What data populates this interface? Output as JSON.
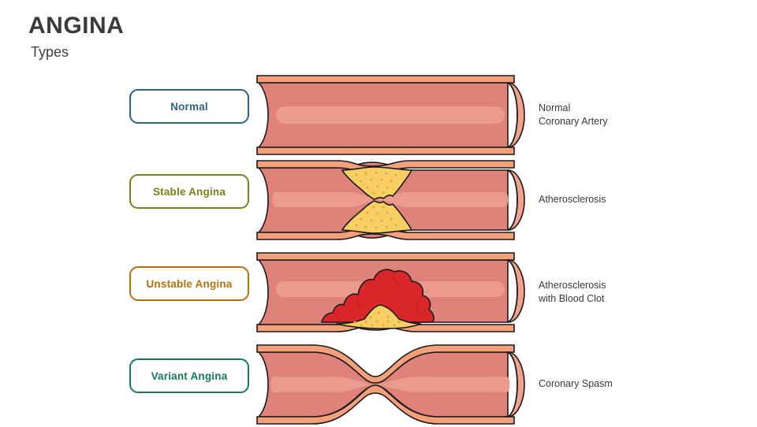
{
  "header": {
    "title": "ANGINA",
    "subtitle": "Types"
  },
  "palette": {
    "outer_wall": "#f4a07a",
    "lumen_body": "#df8279",
    "lumen_highlight": "#eb9a8e",
    "plaque_fill": "#f8cf62",
    "plaque_dots": "#e8a33c",
    "clot_fill": "#d8262a",
    "clot_shade": "#b01a20",
    "outline": "#1a1a1a",
    "text": "#3a3a3a"
  },
  "rows": [
    {
      "id": "normal",
      "label": "Normal",
      "label_color": "#2d6280",
      "illustration": "normal-artery",
      "caption": [
        "Normal",
        "Coronary Artery"
      ]
    },
    {
      "id": "stable-angina",
      "label": "Stable Angina",
      "label_color": "#7a8019",
      "illustration": "atherosclerosis-artery",
      "caption": [
        "Atherosclerosis"
      ]
    },
    {
      "id": "unstable-angina",
      "label": "Unstable Angina",
      "label_color": "#b5700c",
      "illustration": "atherosclerosis-with-clot-artery",
      "caption": [
        "Atherosclerosis",
        "with Blood Clot"
      ]
    },
    {
      "id": "variant-angina",
      "label": "Variant Angina",
      "label_color": "#16795f",
      "illustration": "coronary-spasm-artery",
      "caption": [
        "Coronary Spasm"
      ]
    }
  ]
}
